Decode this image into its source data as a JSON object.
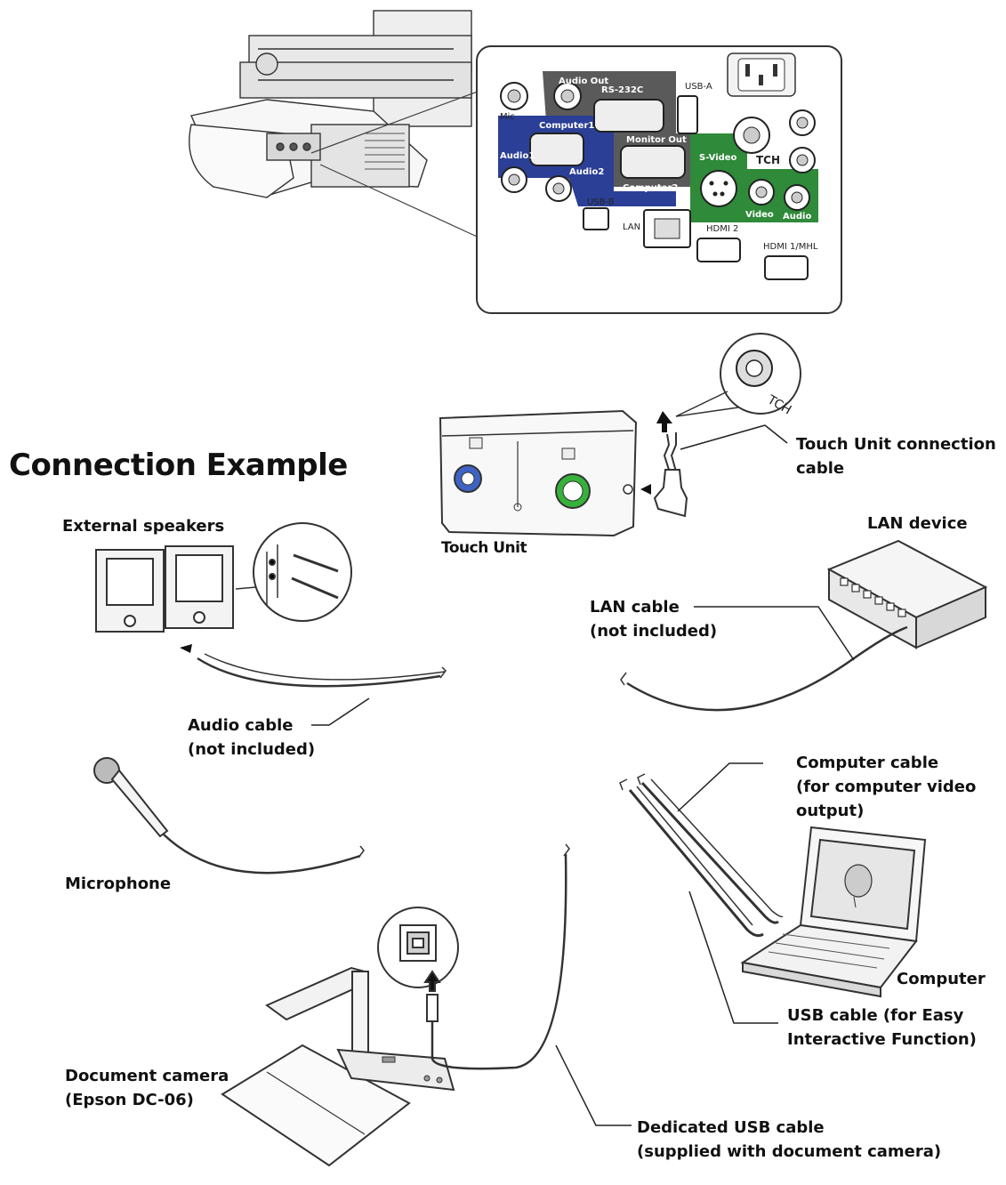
{
  "heading": "Connection Example",
  "ports": {
    "audio_out": "Audio Out",
    "rs232c": "RS-232C",
    "usb_a": "USB-A",
    "mic": "Mic",
    "computer1": "Computer1",
    "monitor_out": "Monitor Out",
    "s_video": "S-Video",
    "tch": "TCH",
    "audio1": "Audio1",
    "audio2": "Audio2",
    "computer2": "Computer2",
    "video": "Video",
    "audio": "Audio",
    "usb_b": "USB-B",
    "lan": "LAN",
    "hdmi2": "HDMI 2",
    "hdmi1": "HDMI 1/MHL"
  },
  "zoom_tch": "TCH",
  "labels": {
    "touch_unit_cable": [
      "Touch Unit connection",
      "cable"
    ],
    "touch_unit": "Touch Unit",
    "external_speakers": "External speakers",
    "lan_device": "LAN device",
    "lan_cable": [
      "LAN cable",
      "(not included)"
    ],
    "audio_cable": [
      "Audio cable",
      "(not included)"
    ],
    "computer_cable": [
      "Computer cable",
      "(for computer video",
      "output)"
    ],
    "microphone": "Microphone",
    "computer": "Computer",
    "usb_cable": [
      "USB cable (for Easy",
      "Interactive Function)"
    ],
    "document_camera": [
      "Document camera",
      "(Epson DC-06)"
    ],
    "dedicated_usb": [
      "Dedicated USB cable",
      "(supplied with document camera)"
    ]
  },
  "colors": {
    "blue_panel": "#2b3f96",
    "green_panel": "#2f8a3a",
    "dark_panel": "#4a4a4a"
  }
}
